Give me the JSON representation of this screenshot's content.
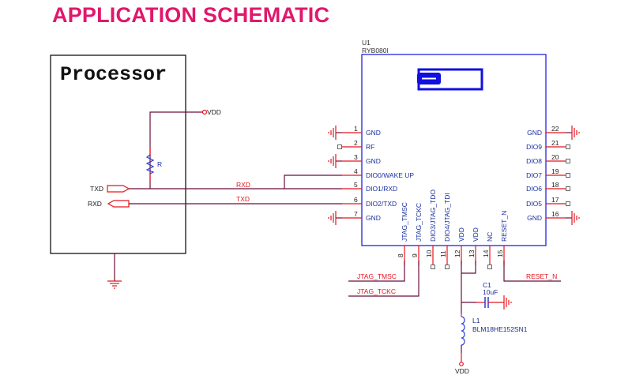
{
  "title": "APPLICATION SCHEMATIC",
  "colors": {
    "title": "#e0186c",
    "wire": "#6b0f3c",
    "pin": "#e8141c",
    "module_outline": "#1010e0",
    "pin_name": "#1a2fa0",
    "component": "#2a3ad8",
    "ground": "#e8141c"
  },
  "processor": {
    "label": "Processor",
    "ports": [
      {
        "name": "TXD",
        "direction": "output"
      },
      {
        "name": "RXD",
        "direction": "input"
      }
    ],
    "pullup": {
      "ref": "R",
      "net": "VDD"
    }
  },
  "module": {
    "ref": "U1",
    "part": "RYB080I",
    "left_pins": [
      {
        "num": "1",
        "name": "GND",
        "conn": "ground"
      },
      {
        "num": "2",
        "name": "RF",
        "conn": "nc"
      },
      {
        "num": "3",
        "name": "GND",
        "conn": "ground"
      },
      {
        "num": "4",
        "name": "DIO0/WAKE UP",
        "conn": "wire"
      },
      {
        "num": "5",
        "name": "DIO1/RXD",
        "conn": "wire"
      },
      {
        "num": "6",
        "name": "DIO2/TXD",
        "conn": "wire"
      },
      {
        "num": "7",
        "name": "GND",
        "conn": "ground"
      }
    ],
    "right_pins": [
      {
        "num": "22",
        "name": "GND",
        "conn": "ground"
      },
      {
        "num": "21",
        "name": "DIO9",
        "conn": "nc"
      },
      {
        "num": "20",
        "name": "DIO8",
        "conn": "nc"
      },
      {
        "num": "19",
        "name": "DIO7",
        "conn": "nc"
      },
      {
        "num": "18",
        "name": "DIO6",
        "conn": "nc"
      },
      {
        "num": "17",
        "name": "DIO5",
        "conn": "nc"
      },
      {
        "num": "16",
        "name": "GND",
        "conn": "ground"
      }
    ],
    "bottom_pins": [
      {
        "num": "8",
        "name": "JTAG_TMSC",
        "conn": "wire"
      },
      {
        "num": "9",
        "name": "JTAG_TCKC",
        "conn": "wire"
      },
      {
        "num": "10",
        "name": "DIO3/JTAG_TDO",
        "conn": "nc"
      },
      {
        "num": "11",
        "name": "DIO4/JTAG_TDI",
        "conn": "nc"
      },
      {
        "num": "12",
        "name": "VDD",
        "conn": "wire"
      },
      {
        "num": "13",
        "name": "VDD",
        "conn": "wire"
      },
      {
        "num": "14",
        "name": "NC",
        "conn": "nc"
      },
      {
        "num": "15",
        "name": "RESET_N",
        "conn": "wire"
      }
    ]
  },
  "nets": {
    "vdd_top": "VDD",
    "rxd": "RXD",
    "txd": "TXD",
    "jtag_tmsc": "JTAG_TMSC",
    "jtag_tckc": "JTAG_TCKC",
    "reset_n": "RESET_N",
    "vdd_bottom": "VDD"
  },
  "components": {
    "capacitor": {
      "ref": "C1",
      "value": "10uF"
    },
    "inductor": {
      "ref": "L1",
      "value": "BLM18HE152SN1"
    }
  }
}
